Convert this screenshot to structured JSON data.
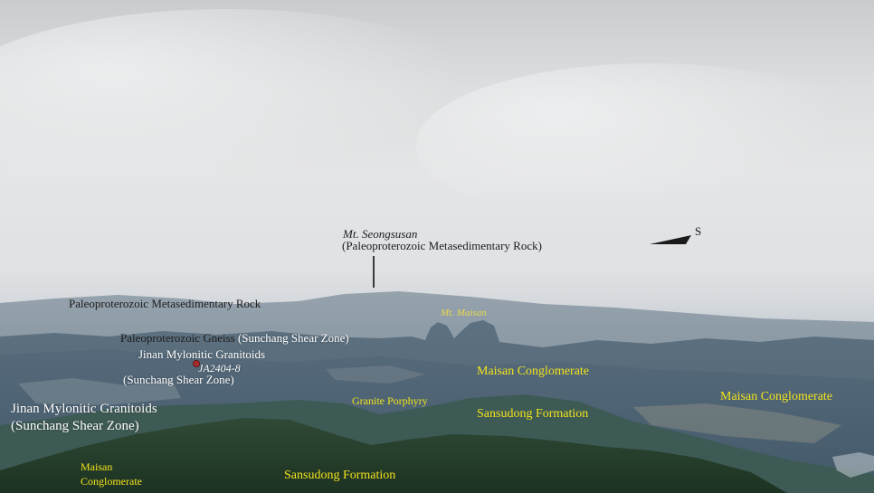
{
  "photo": {
    "labels": {
      "mt_seongsusan": "Mt. Seongsusan",
      "mt_seongsusan_rock": "(Paleoproterozoic Metasedimentary Rock)",
      "compass_south": "S",
      "paleo_metased": "Paleoproterozoic Metasedimentary Rock",
      "mt_maisan": "Mt. Maisan",
      "paleo_gneiss_main": "Paleoproterozoic Gneiss",
      "paleo_gneiss_zone": "(Sunchang Shear Zone)",
      "jinan_mylonitic_1": "Jinan Mylonitic Granitoids",
      "sample_id": "JA2404-8",
      "sunchang_zone_1": "(Sunchang Shear Zone)",
      "maisan_conglomerate_center": "Maisan Conglomerate",
      "maisan_conglomerate_right": "Maisan Conglomerate",
      "granite_porphyry": "Granite Porphyry",
      "sansudong_center": "Sansudong Formation",
      "jinan_mylonitic_2": "Jinan Mylonitic Granitoids",
      "sunchang_zone_2": "(Sunchang Shear Zone)",
      "maisan_conglomerate_left_1": "Maisan",
      "maisan_conglomerate_left_2": "Conglomerate",
      "sansudong_bottom": "Sansudong Formation"
    },
    "colors": {
      "label_dark": "#1c1c1c",
      "label_white": "#ffffff",
      "label_yellow": "#f2e41c",
      "sample_marker": "#a52a2a"
    }
  }
}
